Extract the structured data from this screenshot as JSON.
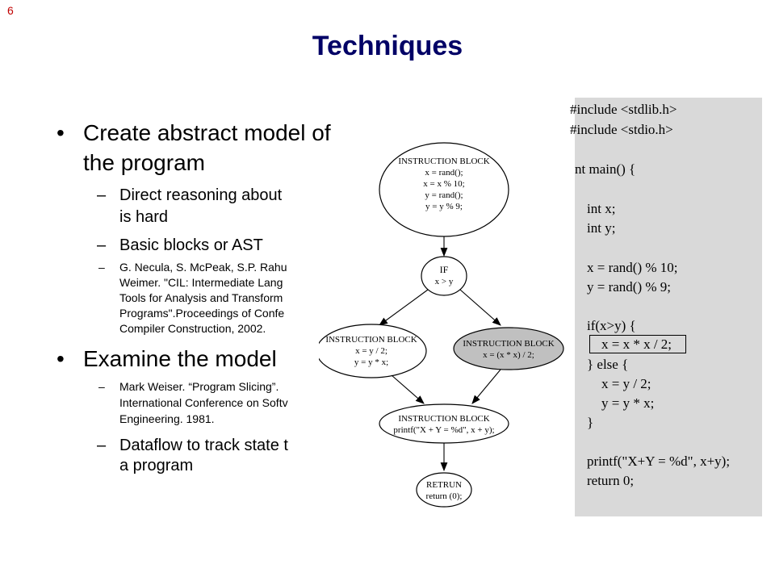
{
  "slide_number": "6",
  "title": "Techniques",
  "bullets": {
    "b1": {
      "l1": "Create abstract model of",
      "l2": "the program"
    },
    "b1_sub1": {
      "l1": "Direct reasoning about",
      "l2": "is hard"
    },
    "b1_sub2": "Basic blocks or AST",
    "b1_ref": {
      "l1": "G. Necula, S. McPeak, S.P. Rahu",
      "l2": "Weimer.  \"CIL: Intermediate Lang",
      "l3": "Tools for Analysis and Transform",
      "l4": "Programs\".Proceedings of Confe",
      "l5": "Compiler Construction, 2002."
    },
    "b2": "Examine the model",
    "b2_ref": {
      "l1": "Mark Weiser. “Program Slicing”.",
      "l2": "International Conference on Softv",
      "l3": "Engineering. 1981."
    },
    "b2_sub": {
      "l1": "Dataflow to track state t",
      "l2": "a program"
    },
    "dash": "–",
    "dot": "•"
  },
  "code_lines": [
    "#include <stdlib.h>",
    "#include <stdio.h>",
    "nt main() {",
    "int x;",
    "int y;",
    "x = rand() % 10;",
    "y = rand() % 9;",
    "if(x>y) {",
    "x = x * x / 2;",
    "} else {",
    "x = y / 2;",
    "y = y * x;",
    "}",
    "printf(\"X+Y = %d\", x+y);",
    "return 0;"
  ],
  "flowchart": {
    "block1": {
      "title": "INSTRUCTION BLOCK",
      "lines": [
        "x = rand();",
        "x = x % 10;",
        "y = rand();",
        "y = y % 9;"
      ]
    },
    "if_node": {
      "title": "IF",
      "line": "x > y"
    },
    "left_block": {
      "title": "INSTRUCTION BLOCK",
      "lines": [
        "x = y / 2;",
        "y = y * x;"
      ]
    },
    "right_block": {
      "title": "INSTRUCTION BLOCK",
      "line": "x = (x * x) / 2;"
    },
    "merge_block": {
      "title": "INSTRUCTION BLOCK",
      "line": "printf(\"X + Y = %d\", x + y);"
    },
    "return_node": {
      "title": "RETRUN",
      "line": "return (0);"
    }
  },
  "colors": {
    "title": "#000066",
    "slide_number": "#c00000",
    "code_bg": "#d9d9d9",
    "highlight_node": "#c0c0c0"
  }
}
